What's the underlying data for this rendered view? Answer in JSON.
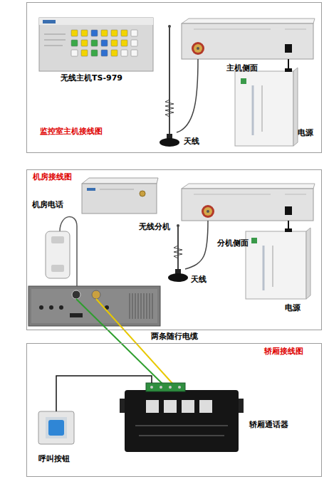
{
  "diagram": {
    "nodes": [
      {
        "text": [
          "监控室主机接线图"
        ]
      },
      {
        "text": [
          "无线主机TS-979"
        ],
        "in": 0
      },
      {
        "text": [
          "主机侧面"
        ],
        "in": 0
      },
      {
        "text": [
          "天线"
        ],
        "in": 0
      },
      {
        "text": [
          "电源"
        ],
        "in": 0
      },
      {
        "text": [
          "机房接线图"
        ]
      },
      {
        "text": [
          "机房电话"
        ],
        "in": 5
      },
      {
        "text": [
          "无线分机"
        ],
        "in": 5
      },
      {
        "text": [
          "分机侧面"
        ],
        "in": 5
      },
      {
        "text": [
          "天线"
        ],
        "in": 5
      },
      {
        "text": [
          "电源"
        ],
        "in": 5
      },
      {
        "text": [
          "轿厢接线图"
        ]
      },
      {
        "text": [
          "呼叫按钮"
        ],
        "in": 11
      },
      {
        "text": [
          "轿厢通话器"
        ],
        "in": 11
      }
    ],
    "edges": [
      {
        "from": 3,
        "to": 2,
        "arrow": "none"
      },
      {
        "from": 4,
        "to": 2,
        "arrow": "none"
      },
      {
        "from": 9,
        "to": 8,
        "arrow": "none"
      },
      {
        "from": 10,
        "to": 8,
        "arrow": "none"
      },
      {
        "from": 12,
        "to": 13,
        "arrow": "none"
      }
    ],
    "labels": [
      "两条随行电缆"
    ]
  }
}
